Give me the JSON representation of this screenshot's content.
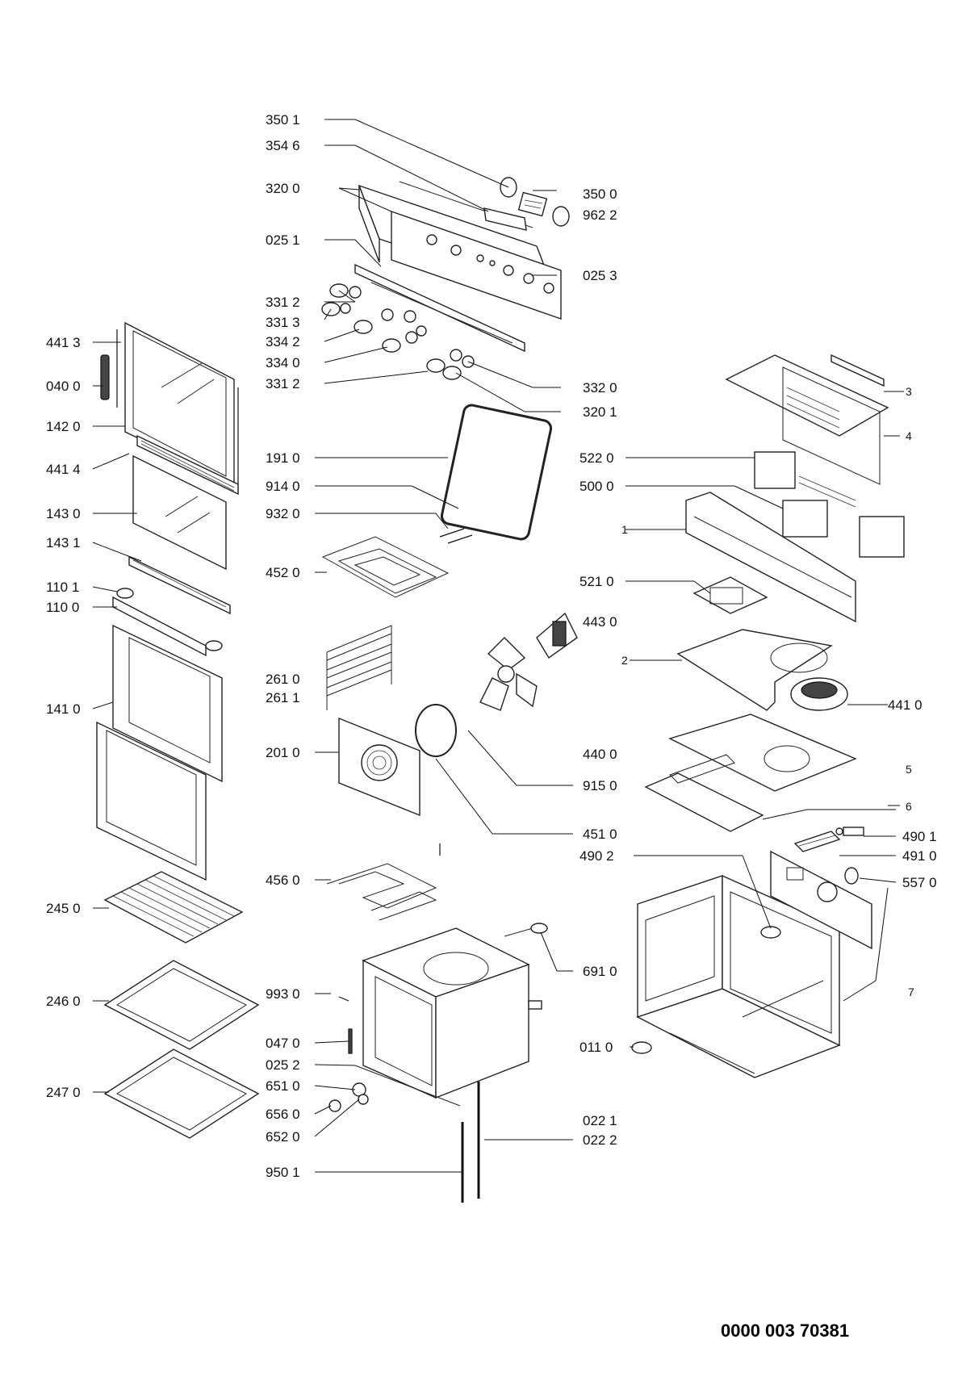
{
  "document_number": "0000 003 70381",
  "labels": {
    "p3501": "350 1",
    "p3546": "354 6",
    "p3200": "320 0",
    "p3500": "350 0",
    "p9622": "962 2",
    "p0251": "025 1",
    "p0253": "025 3",
    "p3312a": "331 2",
    "p3313": "331 3",
    "p3342": "334 2",
    "p3340": "334 0",
    "p3312b": "331 2",
    "p3320": "332 0",
    "p3201": "320 1",
    "p4413": "441 3",
    "p0400": "040 0",
    "p1420": "142 0",
    "p4414": "441 4",
    "p1430": "143 0",
    "p1431": "143 1",
    "p1101": "110 1",
    "p1100": "110 0",
    "p1410": "141 0",
    "p2450": "245 0",
    "p2460": "246 0",
    "p2470": "247 0",
    "p1910": "191 0",
    "p9140": "914 0",
    "p9320": "932 0",
    "p4520": "452 0",
    "p2610": "261 0",
    "p2611": "261 1",
    "p2010": "201 0",
    "p4560": "456 0",
    "p9930": "993 0",
    "p0470": "047 0",
    "p0252": "025 2",
    "p6510": "651 0",
    "p6560": "656 0",
    "p6520": "652 0",
    "p9501": "950 1",
    "p5220": "522 0",
    "p5000": "500 0",
    "p5210": "521 0",
    "p4430": "443 0",
    "p4410": "441 0",
    "p4400": "440 0",
    "p9150": "915 0",
    "p4510": "451 0",
    "p4901": "490 1",
    "p4910": "491 0",
    "p4902": "490 2",
    "p5570": "557 0",
    "p6910": "691 0",
    "p0110": "011 0",
    "p0221": "022 1",
    "p0222": "022 2",
    "n3": "3",
    "n4": "4",
    "n1": "1",
    "n2": "2",
    "n5": "5",
    "n6": "6",
    "n7": "7"
  }
}
